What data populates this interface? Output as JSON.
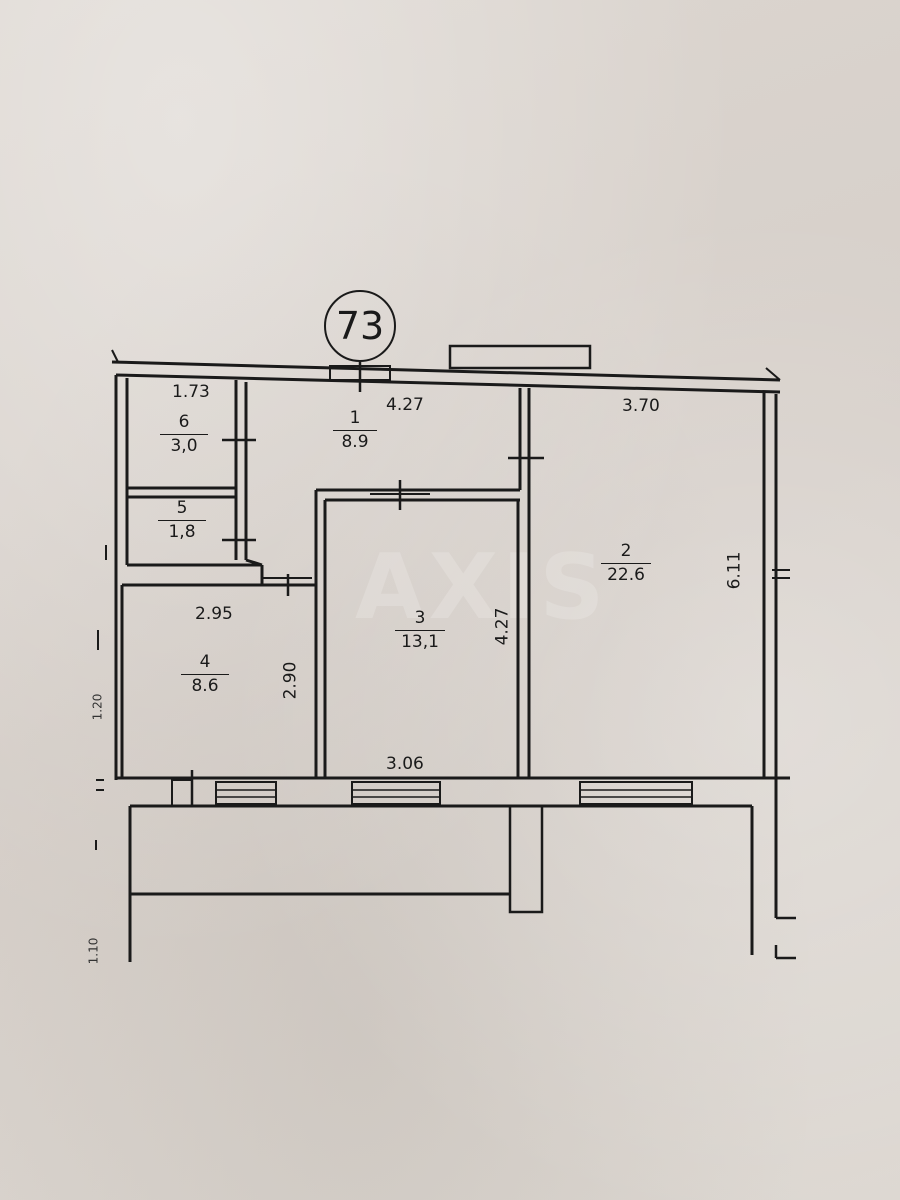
{
  "apartment": {
    "number": "73",
    "watermark": "AXIS"
  },
  "rooms": [
    {
      "id": "1",
      "area": "8.9"
    },
    {
      "id": "2",
      "area": "22.6"
    },
    {
      "id": "3",
      "area": "13,1"
    },
    {
      "id": "4",
      "area": "8.6"
    },
    {
      "id": "5",
      "area": "1,8"
    },
    {
      "id": "6",
      "area": "3,0"
    }
  ],
  "dimensions": {
    "room6_width": "1.73",
    "room1_width": "4.27",
    "room2_width": "3.70",
    "room2_depth": "6.11",
    "room3_depth": "4.27",
    "room3_width": "3.06",
    "room4_width": "2.95",
    "room4_depth": "2.90"
  },
  "edge_marks": {
    "left_mid": "1.20",
    "left_low": "1.10"
  }
}
